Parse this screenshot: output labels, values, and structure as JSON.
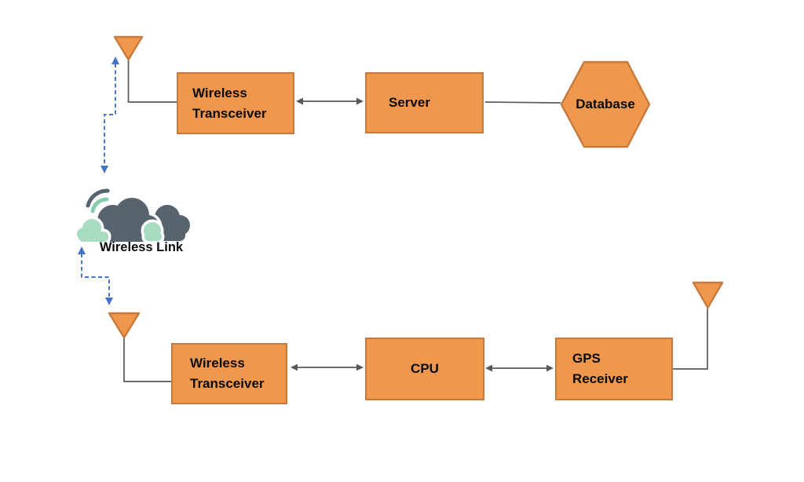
{
  "diagram": {
    "type": "block-diagram",
    "description_nodes_top_row": [
      "Wireless Transceiver",
      "Server",
      "Database"
    ],
    "description_nodes_bottom_row": [
      "Wireless Transceiver",
      "CPU",
      "GPS Receiver"
    ]
  },
  "nodes": {
    "transceiver_top": {
      "line1": "Wireless",
      "line2": "Transceiver",
      "shape": "rectangle"
    },
    "server": {
      "line1": "Server",
      "shape": "rectangle"
    },
    "database": {
      "line1": "Database",
      "shape": "hexagon"
    },
    "transceiver_bottom": {
      "line1": "Wireless",
      "line2": "Transceiver",
      "shape": "rectangle"
    },
    "cpu": {
      "line1": "CPU",
      "shape": "rectangle"
    },
    "gps_receiver": {
      "line1": "GPS",
      "line2": "Receiver",
      "shape": "rectangle"
    }
  },
  "labels": {
    "wireless_link": "Wireless Link"
  },
  "icons": {
    "antenna": "antenna-icon (orange inverted triangle with mast)",
    "cloud": "cloud-icon (dark slate and mint clouds)",
    "signal_arc": "signal-arc-icon (two concentric arcs)"
  },
  "connectors": {
    "transceiver_server": "double-headed arrow",
    "server_database": "plain line",
    "transceiver_cpu": "double-headed arrow",
    "cpu_gps": "double-headed arrow",
    "antenna_to_cloud_top": "dashed blue arrow (both ends)",
    "cloud_to_antenna_bottom": "dashed blue arrow (both ends)"
  },
  "colors": {
    "node_fill": "#F0974E",
    "node_border": "#C67A3B",
    "connector_gray": "#595959",
    "wireless_dash_blue": "#4472C4",
    "cloud_dark": "#56646F",
    "cloud_teal": "#A7DBC2",
    "arc_teal": "#85CDAE",
    "text": "#0a0a0a",
    "background": "#ffffff"
  }
}
